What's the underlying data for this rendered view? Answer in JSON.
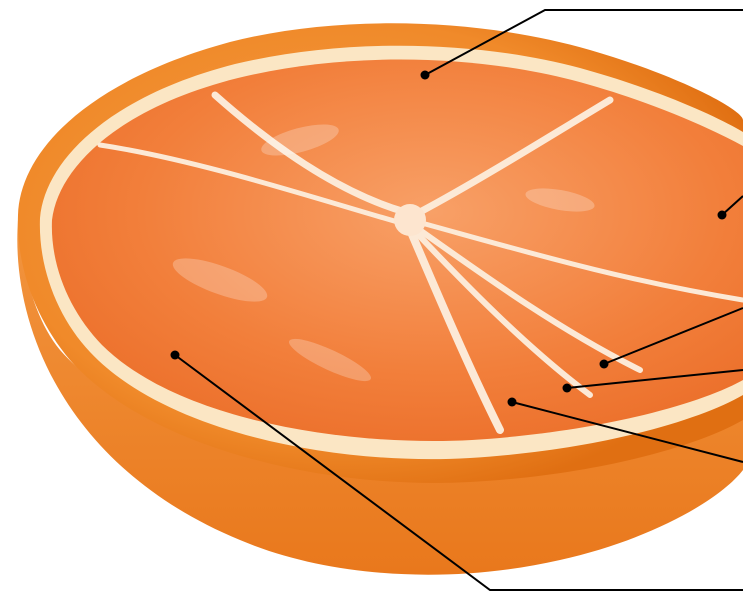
{
  "image": {
    "subject": "orange-slice-cross-section",
    "colors": {
      "background": "#ffffff",
      "rind": "#f08a2a",
      "rind_dark": "#e47417",
      "pith": "#fbe6c4",
      "flesh": "#f07a35",
      "flesh_light": "#f7935a",
      "membrane": "#fce9d6",
      "leader": "#000000"
    }
  },
  "callouts": [
    {
      "id": "segment-top"
    },
    {
      "id": "segment-right"
    },
    {
      "id": "segment-small-1"
    },
    {
      "id": "segment-small-2"
    },
    {
      "id": "segment-small-3"
    },
    {
      "id": "segment-large-left"
    }
  ]
}
